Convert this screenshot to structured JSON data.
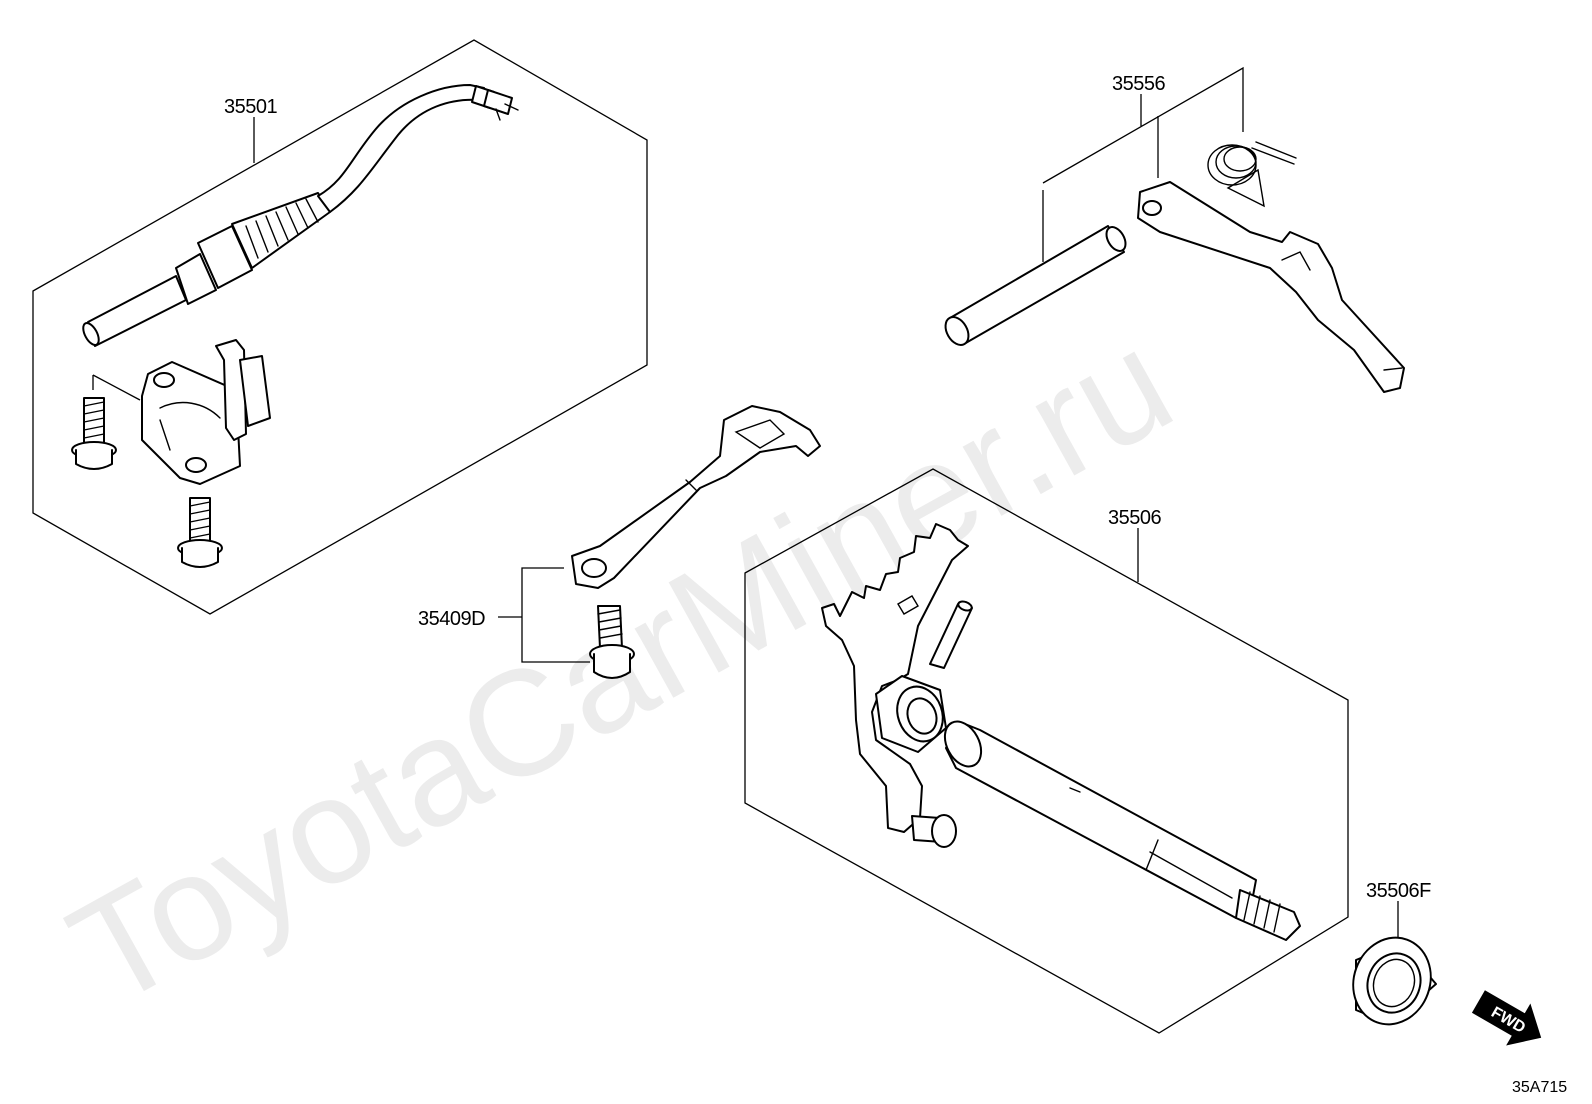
{
  "watermark": "ToyotaCarMiner.ru",
  "callouts": {
    "p35501": "35501",
    "p35556": "35556",
    "p35409D": "35409D",
    "p35506": "35506",
    "p35506F": "35506F"
  },
  "direction_badge": "FWD",
  "diagram_code": "35A715"
}
